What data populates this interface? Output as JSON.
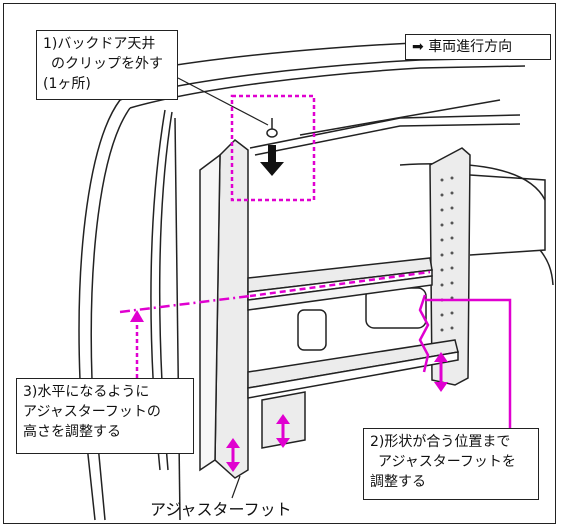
{
  "direction": {
    "arrow": "➡",
    "text": "車両進行方向"
  },
  "steps": [
    {
      "id": "1",
      "lines": [
        "1)バックドア天井",
        "のクリップを外す",
        "(1ヶ所)"
      ]
    },
    {
      "id": "2",
      "lines": [
        "2)形状が合う位置まで",
        "アジャスターフット",
        "を",
        "調整する"
      ]
    },
    {
      "id": "3",
      "lines": [
        "3)水平になるように",
        "アジャスターフットの",
        "高さを調整する"
      ]
    }
  ],
  "bottom_label": "アジャスターフット",
  "colors": {
    "accent": "#e000d0",
    "line": "#222222",
    "panel": "#ececec"
  }
}
